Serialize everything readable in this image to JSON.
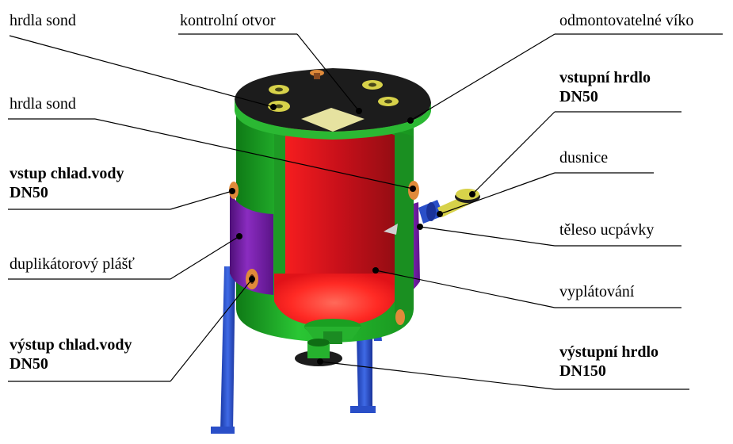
{
  "labels": {
    "hrdla_sond_top": "hrdla sond",
    "kontrolni_otvor": "kontrolní otvor",
    "odmontovatelne_viko": "odmontovatelné víko",
    "hrdla_sond_mid": "hrdla sond",
    "vstupni_hrdlo_line1": "vstupní hrdlo",
    "vstupni_hrdlo_line2": "DN50",
    "vstup_chlad_line1": "vstup chlad.vody",
    "vstup_chlad_line2": "DN50",
    "dusnice": "dusnice",
    "teleso_ucpavky": "těleso ucpávky",
    "duplikatorovy_plast": "duplikátorový plášť",
    "vyplatovani": "vyplátování",
    "vystup_chlad_line1": "výstup chlad.vody",
    "vystup_chlad_line2": "DN50",
    "vystupni_hrdlo_line1": "výstupní hrdlo",
    "vystupni_hrdlo_line2": "DN150"
  },
  "colors": {
    "shell_green": "#22b22a",
    "jacket_purple": "#7a1fa8",
    "lining_red": "#d8141a",
    "lid_black": "#1c1c1c",
    "legs_blue": "#2a4fc8",
    "nozzle_yellow": "#d7d24a",
    "flange_orange": "#e08a3a"
  }
}
